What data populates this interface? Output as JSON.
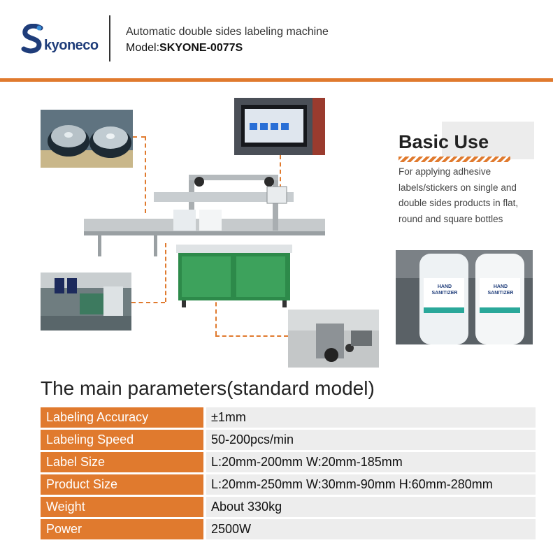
{
  "header": {
    "logo_text": "kyoneco",
    "title": "Automatic double sides labeling machine",
    "model_label": "Model:",
    "model_value": "SKYONE-0077S"
  },
  "basic_use": {
    "title": "Basic Use",
    "description": "For applying adhesive labels/stickers on single and double sides products in flat, round and square bottles"
  },
  "photos": {
    "bottle_label_line1": "HAND",
    "bottle_label_line2": "SANITIZER"
  },
  "parameters": {
    "title": "The main parameters(standard model)",
    "rows": [
      {
        "label": "Labeling Accuracy",
        "value": "±1mm"
      },
      {
        "label": "Labeling Speed",
        "value": "50-200pcs/min"
      },
      {
        "label": "Label Size",
        "value": "L:20mm-200mm W:20mm-185mm"
      },
      {
        "label": "Product Size",
        "value": "L:20mm-250mm W:30mm-90mm H:60mm-280mm"
      },
      {
        "label": "Weight",
        "value": "About 330kg"
      },
      {
        "label": "Power",
        "value": "2500W"
      }
    ]
  },
  "colors": {
    "accent": "#e07a2e",
    "brand_blue": "#1f3d7a",
    "row_bg": "#ededed"
  }
}
